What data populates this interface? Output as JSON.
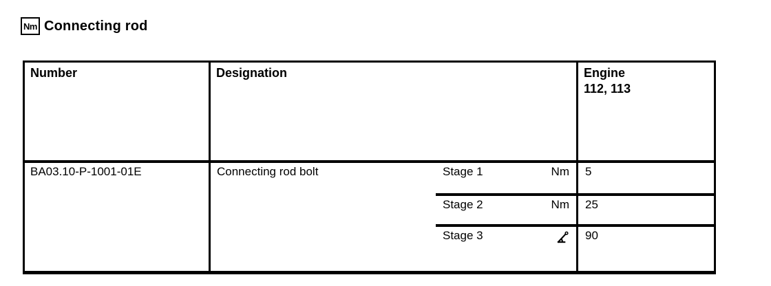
{
  "colors": {
    "ink": "#000000",
    "background": "#ffffff"
  },
  "title": {
    "icon_label": "Nm",
    "text": "Connecting rod"
  },
  "table": {
    "header": {
      "number": "Number",
      "designation": "Designation",
      "engine_line1": "Engine",
      "engine_line2": "112, 113"
    },
    "row": {
      "number": "BA03.10-P-1001-01E",
      "designation": "Connecting rod bolt",
      "stages": [
        {
          "label": "Stage 1",
          "unit": "Nm",
          "unit_icon": "",
          "value": "5"
        },
        {
          "label": "Stage 2",
          "unit": "Nm",
          "unit_icon": "",
          "value": "25"
        },
        {
          "label": "Stage 3",
          "unit": "",
          "unit_icon": "angle-degrees",
          "value": "90"
        }
      ]
    }
  }
}
